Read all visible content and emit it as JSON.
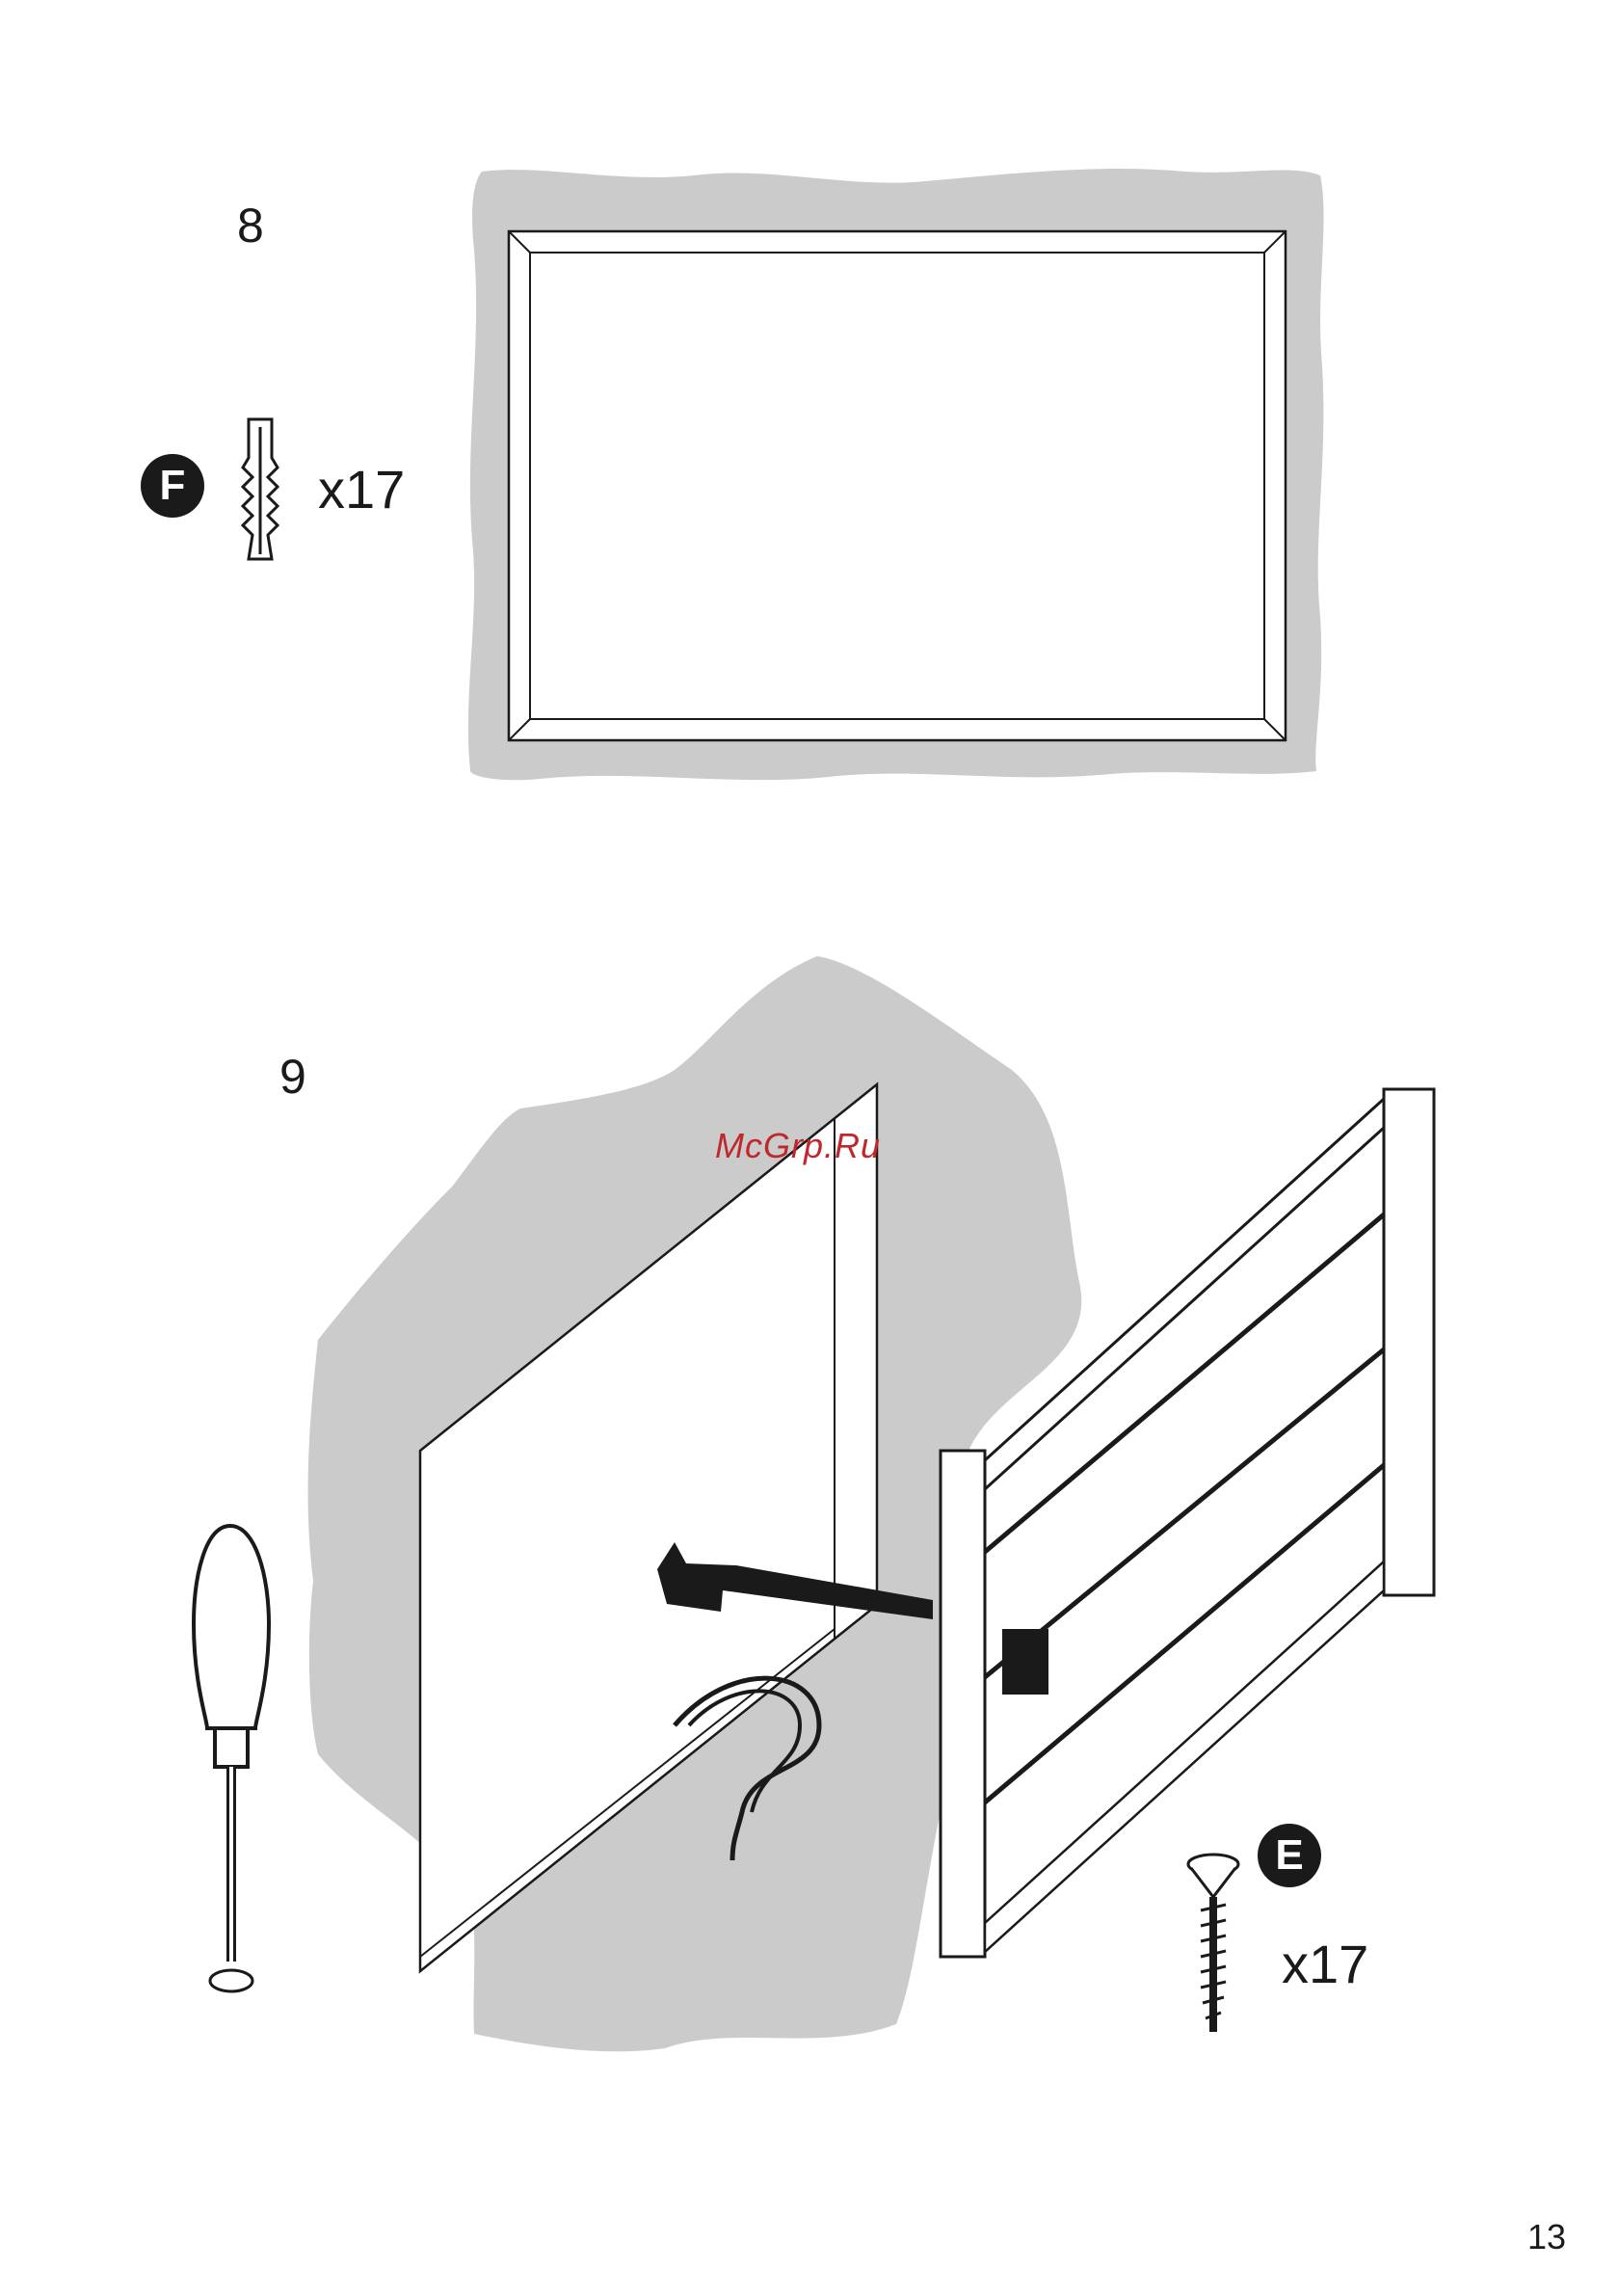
{
  "steps": [
    {
      "number": "8",
      "part_letter": "F",
      "quantity": "x17",
      "part_icon": "wall-plug-icon"
    },
    {
      "number": "9",
      "part_letter": "E",
      "quantity": "x17",
      "part_icon": "screw-icon",
      "tool_icon": "screwdriver-icon"
    }
  ],
  "watermark": "McGrp.Ru",
  "page_number": "13",
  "colors": {
    "ink": "#1a1a1a",
    "wall": "#cbcbcb",
    "watermark": "#c0272d"
  }
}
